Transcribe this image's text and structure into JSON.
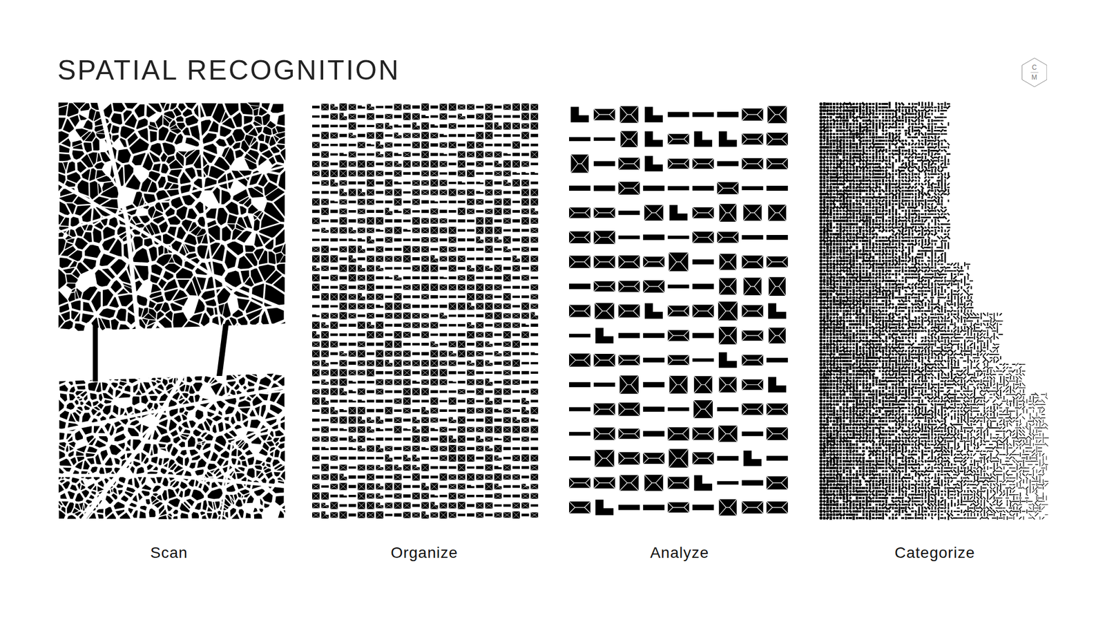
{
  "diagram": {
    "title": "SPATIAL RECOGNITION",
    "nodes": [
      {
        "text": [
          "C",
          "M"
        ]
      }
    ],
    "labels": [
      "Scan",
      "Organize",
      "Analyze",
      "Categorize"
    ]
  }
}
